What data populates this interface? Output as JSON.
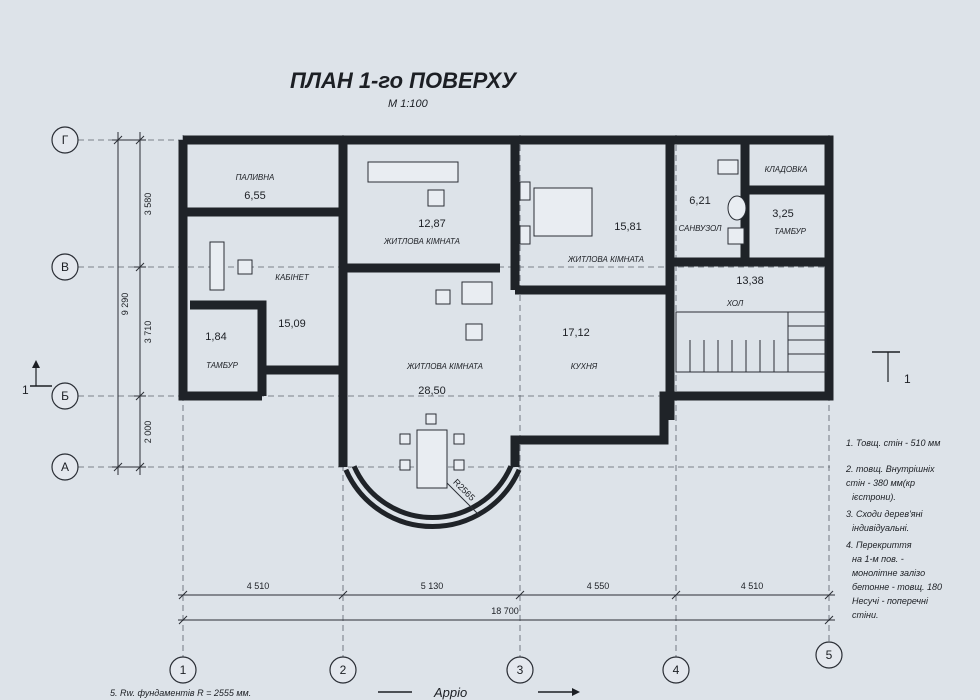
{
  "drawing": {
    "title": "ПЛАН 1-го ПОВЕРХУ",
    "scale": "М 1:100"
  },
  "axes": {
    "letters": [
      "Г",
      "В",
      "Б",
      "А"
    ],
    "numbers": [
      "1",
      "2",
      "3",
      "4",
      "5"
    ]
  },
  "rooms": {
    "palyvna": {
      "name": "ПАЛИВНА",
      "area": "6,55"
    },
    "kabinet": {
      "name": "КАБІНЕТ",
      "area": "15,09"
    },
    "tambur_left": {
      "name": "ТАМБУР",
      "area": "1,84"
    },
    "living_top": {
      "name": "ЖИТЛОВА КІМНАТА",
      "area": "12,87"
    },
    "bedroom": {
      "name": "ЖИТЛОВА КІМНАТА",
      "area": "15,81"
    },
    "sanvuzol": {
      "name": "САНВУЗОЛ",
      "area": "6,21"
    },
    "kladovka": {
      "name": "КЛАДОВКА"
    },
    "tambur_right": {
      "name": "ТАМБУР",
      "area": "3,25"
    },
    "hol": {
      "name": "ХОЛ",
      "area": "13,38"
    },
    "living_main": {
      "name": "ЖИТЛОВА КІМНАТА",
      "area": "28,50"
    },
    "kukhnia": {
      "name": "КУХНЯ",
      "area": "17,12"
    }
  },
  "dimensions": {
    "vertical": [
      "3 580",
      "3 710",
      "2 000"
    ],
    "vertical_total": "9 290",
    "horizontal": [
      "4 510",
      "5 130",
      "4 550",
      "4 510"
    ],
    "horizontal_total": "18 700",
    "radius": "R2565"
  },
  "section": {
    "label": "1"
  },
  "notes": [
    "1. Товщ. стін - 510 мм",
    "2. товщ. Внутрішніх",
    "стін - 380 мм(кр",
    "ієстрони).",
    "3. Сходи дерев'яні",
    "індивідуальні.",
    "4. Перекриття",
    "на 1-м пов. -",
    "монолітне залізо",
    "бетонне - товщ. 180",
    "Несучі - поперечні",
    "стіни."
  ],
  "footer": {
    "note": "5. Rw. фундаментів  R = 2555 мм.",
    "arrow_label": "Арріо"
  }
}
